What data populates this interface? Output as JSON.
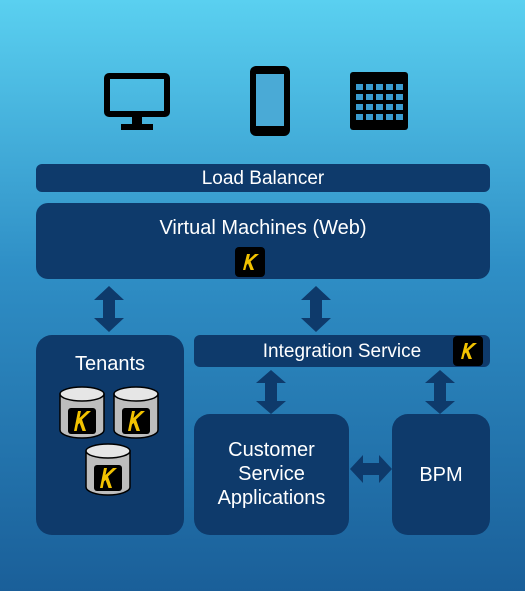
{
  "devices": {
    "desktop": {
      "icon": "monitor-icon"
    },
    "mobile": {
      "icon": "smartphone-icon"
    },
    "tablet": {
      "icon": "calendar-grid-icon"
    }
  },
  "load_balancer": {
    "label": "Load Balancer"
  },
  "virtual_machines": {
    "label": "Virtual Machines (Web)"
  },
  "integration_service": {
    "label": "Integration Service"
  },
  "tenants": {
    "label": "Tenants"
  },
  "customer_service": {
    "label": "Customer\nService\nApplications"
  },
  "bpm": {
    "label": "BPM"
  },
  "logo": {
    "icon": "k-logo-icon",
    "color": "#f2c200"
  },
  "colors": {
    "box": "#0e3a6b",
    "arrow": "#0e3a6b",
    "text": "#ffffff"
  }
}
